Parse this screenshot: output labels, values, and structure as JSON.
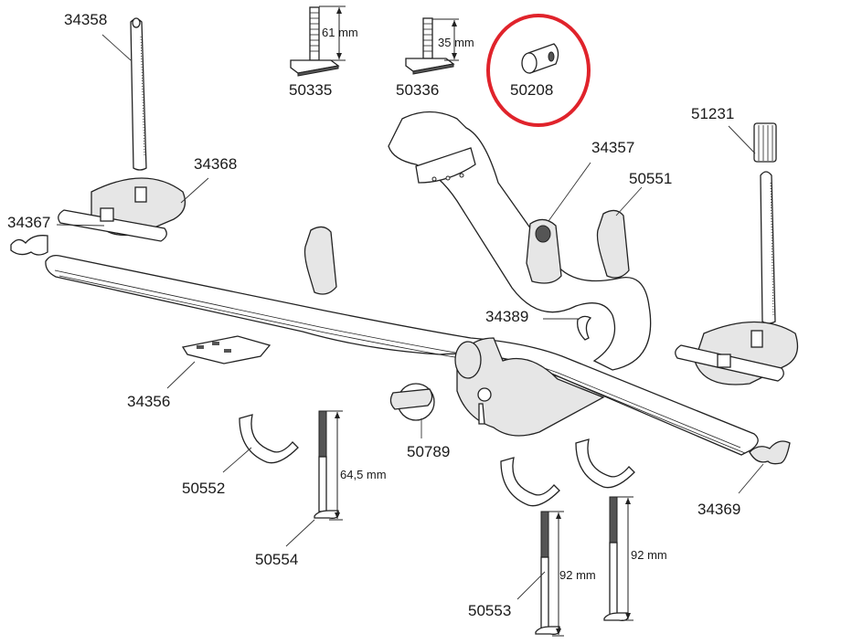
{
  "diagram": {
    "type": "exploded-parts-diagram",
    "subject": "roof-mounted bike carrier spare parts",
    "highlighted_part": "50208",
    "highlight_color": "#e0232b",
    "parts": [
      {
        "id": "34358",
        "label": "34358",
        "description": "strap / ratchet rod (left)"
      },
      {
        "id": "34368",
        "label": "34368",
        "description": "wheel holder (left)"
      },
      {
        "id": "34367",
        "label": "34367",
        "description": "wheel holder clip"
      },
      {
        "id": "50335",
        "label": "50335",
        "dimension": "61 mm"
      },
      {
        "id": "50336",
        "label": "50336",
        "dimension": "35 mm"
      },
      {
        "id": "50208",
        "label": "50208",
        "description": "threaded barrel nut (circled)"
      },
      {
        "id": "51231",
        "label": "51231",
        "description": "ribbed sleeve"
      },
      {
        "id": "34357",
        "label": "34357",
        "description": "frame holder arm joint"
      },
      {
        "id": "50551",
        "label": "50551",
        "description": "arm clamp cover"
      },
      {
        "id": "34389",
        "label": "34389",
        "description": "clip"
      },
      {
        "id": "34356",
        "label": "34356",
        "description": "adapter plate"
      },
      {
        "id": "50789",
        "label": "50789",
        "description": "knob"
      },
      {
        "id": "50552",
        "label": "50552",
        "description": "U-bracket"
      },
      {
        "id": "50554",
        "label": "50554",
        "dimension": "64,5 mm"
      },
      {
        "id": "50553",
        "label": "50553",
        "dimension": "92 mm"
      },
      {
        "id": "34369",
        "label": "34369",
        "description": "end cap"
      }
    ],
    "dimensions": {
      "d50335": "61 mm",
      "d50336": "35 mm",
      "d50554": "64,5 mm",
      "d50553a": "92 mm",
      "d50553b": "92 mm"
    }
  }
}
